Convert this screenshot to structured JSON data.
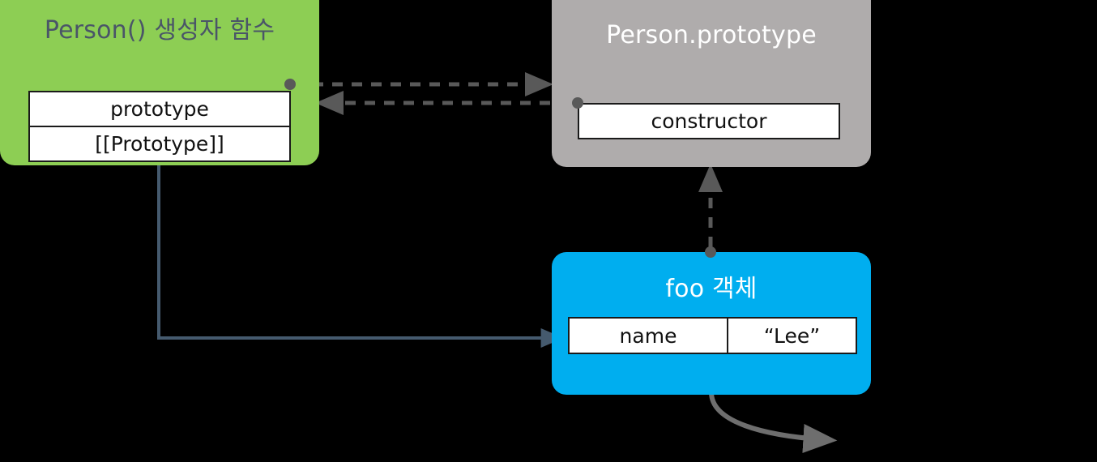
{
  "diagram": {
    "title": "JavaScript prototype chain diagram",
    "background_color": "#000000",
    "nodes": {
      "person_constructor": {
        "title": "Person() 생성자 함수",
        "fill_color": "#8DCE54",
        "title_color": "#4A5568",
        "rows": [
          {
            "label": "prototype"
          },
          {
            "label": "[[Prototype]]"
          }
        ]
      },
      "person_prototype": {
        "title": "Person.prototype",
        "fill_color": "#AFACAC",
        "title_color": "#FFFFFF",
        "rows": [
          {
            "label": "constructor"
          }
        ]
      },
      "foo_object": {
        "title": "foo 객체",
        "fill_color": "#00AEEF",
        "title_color": "#FFFFFF",
        "rows": [
          {
            "key": "name",
            "value": "“Lee”"
          }
        ]
      }
    },
    "edges": [
      {
        "name": "prototype-to-person-prototype",
        "from": "person_constructor.prototype",
        "to": "person_prototype",
        "style": "dashed",
        "color": "#595959"
      },
      {
        "name": "constructor-to-person-constructor",
        "from": "person_prototype.constructor",
        "to": "person_constructor",
        "style": "dashed",
        "color": "#595959"
      },
      {
        "name": "foo-proto-to-person-prototype",
        "from": "foo_object",
        "to": "person_prototype",
        "style": "dashed",
        "color": "#595959"
      },
      {
        "name": "person-constructor-to-foo",
        "from": "person_constructor",
        "to": "foo_object",
        "style": "solid",
        "color": "#455A6E"
      },
      {
        "name": "foo-outgoing-curve",
        "from": "foo_object",
        "to": "offscreen",
        "style": "solid-curved",
        "color": "#6E6E6E"
      }
    ]
  }
}
